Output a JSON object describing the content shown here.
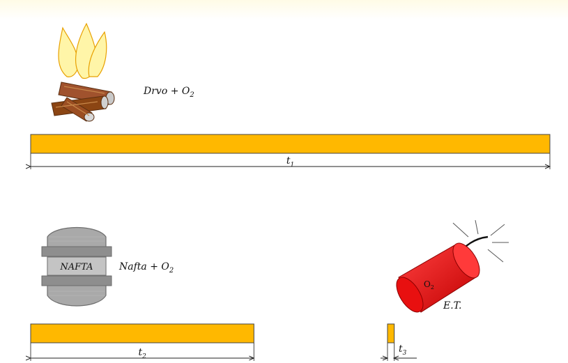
{
  "colors": {
    "bar_fill": "#FFB800",
    "flame": "#FFF3A0",
    "wood": "#A0522D",
    "barrel": "#9E9E9E",
    "dynamite": "#E81010"
  },
  "scenes": {
    "wood": {
      "icon": "campfire-icon",
      "reaction_main": "Drvo + O",
      "reaction_sub": "2",
      "time_main": "t",
      "time_sub": "1",
      "relative_duration": 1.0
    },
    "oil": {
      "icon": "oil-barrel-icon",
      "barrel_text": "NAFTA",
      "reaction_main": "Nafta + O",
      "reaction_sub": "2",
      "time_main": "t",
      "time_sub": "2",
      "relative_duration": 0.43
    },
    "explosive": {
      "icon": "dynamite-icon",
      "stick_text": "O",
      "stick_sub": "2",
      "reaction_main": "E.T.",
      "time_main": "t",
      "time_sub": "3",
      "relative_duration": 0.013
    }
  }
}
